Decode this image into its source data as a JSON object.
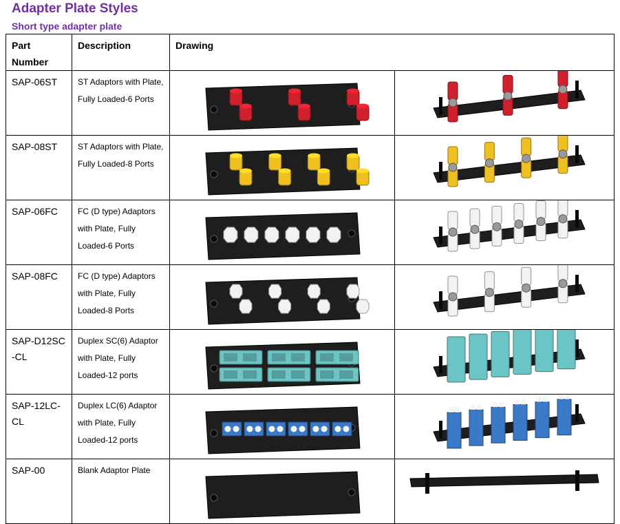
{
  "page": {
    "title": "Adapter Plate Styles",
    "subtitle": "Short type adapter plate"
  },
  "table": {
    "headers": [
      "Part Number",
      "Description",
      "Drawing"
    ],
    "rows": [
      {
        "part": "SAP-06ST",
        "description": "ST Adaptors with Plate, Fully Loaded-6 Ports",
        "kind": "st",
        "color": "#d0202c",
        "ports": 6
      },
      {
        "part": "SAP-08ST",
        "description": "ST Adaptors with Plate, Fully Loaded-8 Ports",
        "kind": "st",
        "color": "#f0c020",
        "ports": 8
      },
      {
        "part": "SAP-06FC",
        "description": "FC (D type) Adaptors with Plate, Fully Loaded-6 Ports",
        "kind": "fc",
        "color": "#f2f2f2",
        "ports": 6
      },
      {
        "part": "SAP-08FC",
        "description": "FC (D type) Adaptors with Plate, Fully Loaded-8 Ports",
        "kind": "fc",
        "color": "#f2f2f2",
        "ports": 8
      },
      {
        "part": "SAP-D12SC-CL",
        "description": "Duplex SC(6) Adaptor with Plate, Fully Loaded-12 ports",
        "kind": "sc",
        "color": "#6cc4c4",
        "ports": 6
      },
      {
        "part": "SAP-12LC-CL",
        "description": "Duplex LC(6) Adaptor with Plate, Fully Loaded-12 ports",
        "kind": "lc",
        "color": "#3a78c8",
        "ports": 6
      },
      {
        "part": "SAP-00",
        "description": "Blank Adaptor Plate",
        "kind": "blank",
        "color": "#222222",
        "ports": 0
      }
    ]
  }
}
